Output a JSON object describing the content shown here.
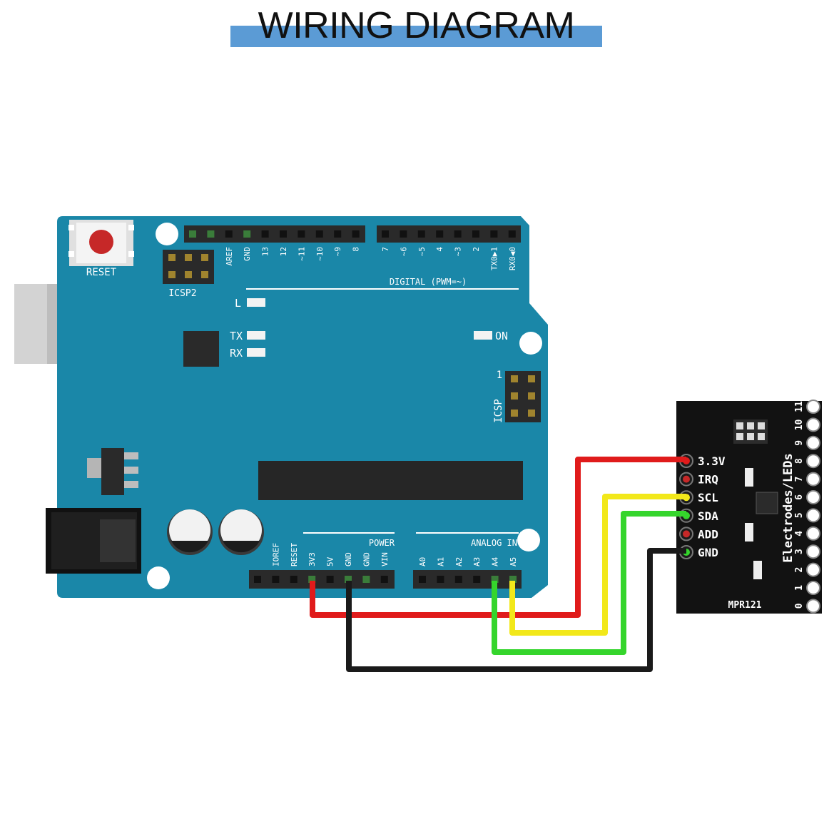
{
  "title": "WIRING DIAGRAM",
  "colors": {
    "title_bar": "#5b9bd5",
    "board": "#1a87a8",
    "wire_power": "#e01b1b",
    "wire_ground": "#1a1a1a",
    "wire_scl": "#f2e81a",
    "wire_sda": "#35d52c"
  },
  "arduino": {
    "reset_label": "RESET",
    "icsp2_label": "ICSP2",
    "icsp_label": "ICSP",
    "icsp_pin1": "1",
    "led_l": "L",
    "led_tx": "TX",
    "led_rx": "RX",
    "led_on": "ON",
    "digital_label": "DIGITAL (PWM=~)",
    "power_label": "POWER",
    "analog_label": "ANALOG IN",
    "digital_pins": [
      "AREF",
      "GND",
      "13",
      "12",
      "~11",
      "~10",
      "~9",
      "8",
      "7",
      "~6",
      "~5",
      "4",
      "~3",
      "2",
      "TX0▶1",
      "RX0◀0"
    ],
    "power_pins": [
      "IOREF",
      "RESET",
      "3V3",
      "5V",
      "GND",
      "GND",
      "VIN"
    ],
    "analog_pins": [
      "A0",
      "A1",
      "A2",
      "A3",
      "A4",
      "A5"
    ]
  },
  "mpr121": {
    "name": "MPR121",
    "side_label": "Electrodes/LEDs",
    "pins": [
      "3.3V",
      "IRQ",
      "SCL",
      "SDA",
      "ADD",
      "GND"
    ],
    "electrodes": [
      "11",
      "10",
      "9",
      "8",
      "7",
      "6",
      "5",
      "4",
      "3",
      "2",
      "1",
      "0"
    ]
  },
  "connections": [
    {
      "from": "3V3",
      "to": "3.3V",
      "color": "red"
    },
    {
      "from": "GND",
      "to": "GND",
      "color": "black"
    },
    {
      "from": "A4",
      "to": "SDA",
      "color": "green"
    },
    {
      "from": "A5",
      "to": "SCL",
      "color": "yellow"
    }
  ]
}
